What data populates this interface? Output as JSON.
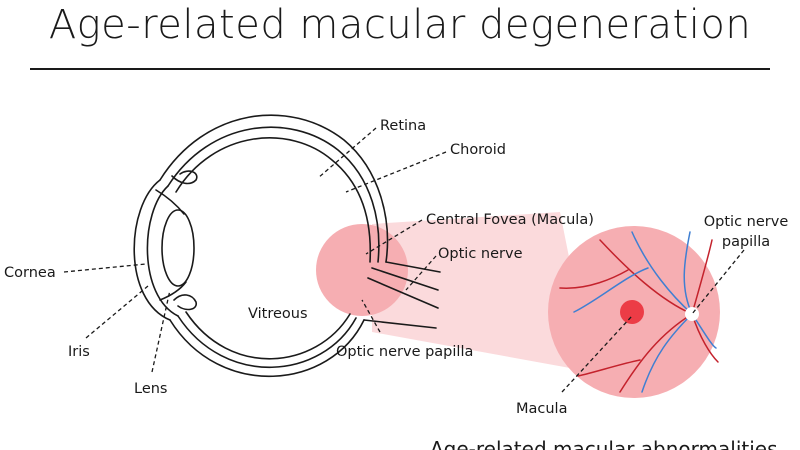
{
  "title": "Age-related macular degeneration",
  "labels": {
    "retina": "Retina",
    "choroid": "Choroid",
    "central_fovea": "Central Fovea (Macula)",
    "optic_nerve": "Optic nerve",
    "cornea": "Cornea",
    "vitreous": "Vitreous",
    "optic_nerve_papilla": "Optic nerve papilla",
    "iris": "Iris",
    "lens": "Lens",
    "inset_optic_nerve_line1": "Optic nerve",
    "inset_optic_nerve_line2": "papilla",
    "macula": "Macula"
  },
  "caption": "Age-related macular abnormalities",
  "colors": {
    "line": "#1a1a1a",
    "highlight": "#f6aeb2",
    "highlight_light": "#fbdadc",
    "macula_spot": "#ec3c46",
    "artery": "#c4222c",
    "vein": "#3f7fd2"
  }
}
